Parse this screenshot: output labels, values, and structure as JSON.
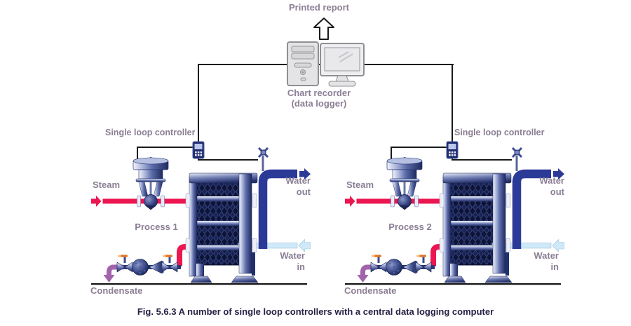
{
  "colors": {
    "steam_red": "#ec1651",
    "waterout_blue": "#2b3a97",
    "waterin_blue": "#cfe9f8",
    "condensate_purple": "#a263ac",
    "label_mauve": "#8b7e94",
    "caption_navy": "#262145",
    "wire_black": "#1a1a1a"
  },
  "header": {
    "printed_report_label": "Printed report",
    "chart_recorder_line1": "Chart recorder",
    "chart_recorder_line2": "(data logger)"
  },
  "units": [
    {
      "controller_label": "Single loop controller",
      "steam_label": "Steam",
      "process_label": "Process 1",
      "water_out_line1": "Water",
      "water_out_line2": "out",
      "water_in_line1": "Water",
      "water_in_line2": "in",
      "condensate_label": "Condensate"
    },
    {
      "controller_label": "Single loop controller",
      "steam_label": "Steam",
      "process_label": "Process 2",
      "water_out_line1": "Water",
      "water_out_line2": "out",
      "water_in_line1": "Water",
      "water_in_line2": "in",
      "condensate_label": "Condensate"
    }
  ],
  "caption": "Fig. 5.6.3 A number of single loop controllers with a central data logging computer",
  "icons": {
    "up_arrow_icon": "hollow block arrow pointing up",
    "computer_icon": "desktop tower and monitor",
    "controller_icon": "panel mounted single loop controller",
    "control_valve_icon": "pneumatic actuator control valve",
    "sensor_icon": "temperature sensor on water outlet",
    "heat_exchanger_icon": "plate heat exchanger",
    "steam_trap_icon": "ball float steam trap",
    "isolation_valve_icon": "isolation valve with lever handle",
    "check_valve_icon": "check valve",
    "flow_arrow_icon": "flow direction arrow"
  }
}
